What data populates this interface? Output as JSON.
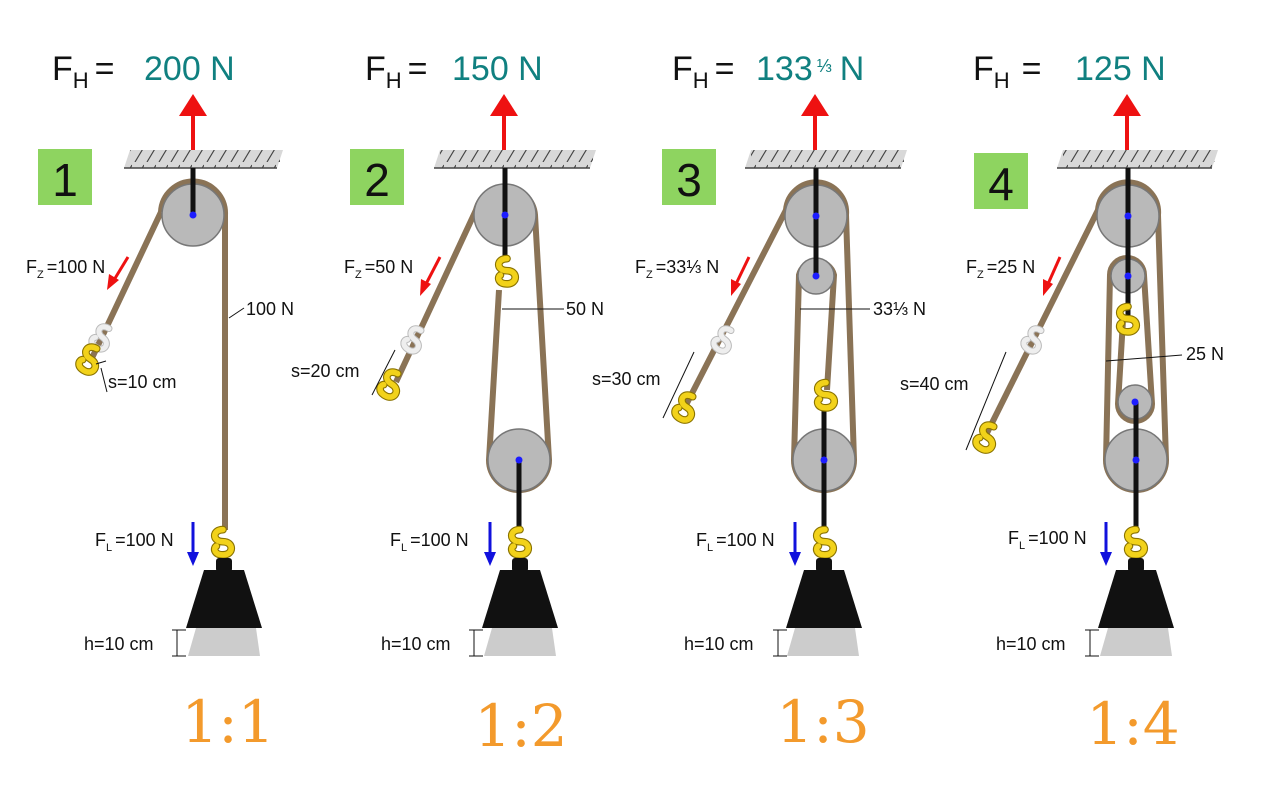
{
  "colors": {
    "rope": "#8a7356",
    "pulley": "#b9b9b9",
    "pulley_stroke": "#777777",
    "red_arrow": "#ee1111",
    "blue_arrow": "#1111dd",
    "hook": "#f2d21a",
    "hook_stroke": "#8a7300",
    "weight": "#111111",
    "ghost_weight": "#cccccc",
    "box_green": "#8ed460",
    "teal": "#108080",
    "ratio_orange": "#f39a2c"
  },
  "panels": [
    {
      "number": "1",
      "fh_label": "F",
      "fh_sub": "H",
      "fh_eq": "=",
      "fh_value": "200 N",
      "fh_frac": "",
      "fh_unit": "",
      "fz_label": "F",
      "fz_sub": "Z",
      "fz_value": "=100 N",
      "rope_force": "100 N",
      "s_label": "s=10 cm",
      "fl_label": "F",
      "fl_sub": "L",
      "fl_value": "=100 N",
      "h_label": "h=10 cm",
      "ratio": "1:1"
    },
    {
      "number": "2",
      "fh_label": "F",
      "fh_sub": "H",
      "fh_eq": "=",
      "fh_value": "150 N",
      "fh_frac": "",
      "fh_unit": "",
      "fz_label": "F",
      "fz_sub": "Z",
      "fz_value": "=50 N",
      "rope_force": "50 N",
      "s_label": "s=20 cm",
      "fl_label": "F",
      "fl_sub": "L",
      "fl_value": "=100 N",
      "h_label": "h=10 cm",
      "ratio": "1:2"
    },
    {
      "number": "3",
      "fh_label": "F",
      "fh_sub": "H",
      "fh_eq": "=",
      "fh_value": "133",
      "fh_frac": "⅓",
      "fh_unit": "N",
      "fz_label": "F",
      "fz_sub": "Z",
      "fz_value": "=33⅓ N",
      "rope_force": "33⅓ N",
      "s_label": "s=30 cm",
      "fl_label": "F",
      "fl_sub": "L",
      "fl_value": "=100 N",
      "h_label": "h=10 cm",
      "ratio": "1:3"
    },
    {
      "number": "4",
      "fh_label": "F",
      "fh_sub": "H",
      "fh_eq": "=",
      "fh_value": "125 N",
      "fh_frac": "",
      "fh_unit": "",
      "fz_label": "F",
      "fz_sub": "Z",
      "fz_value": "=25 N",
      "rope_force": "25 N",
      "s_label": "s=40 cm",
      "fl_label": "F",
      "fl_sub": "L",
      "fl_value": "=100 N",
      "h_label": "h=10 cm",
      "ratio": "1:4"
    }
  ]
}
